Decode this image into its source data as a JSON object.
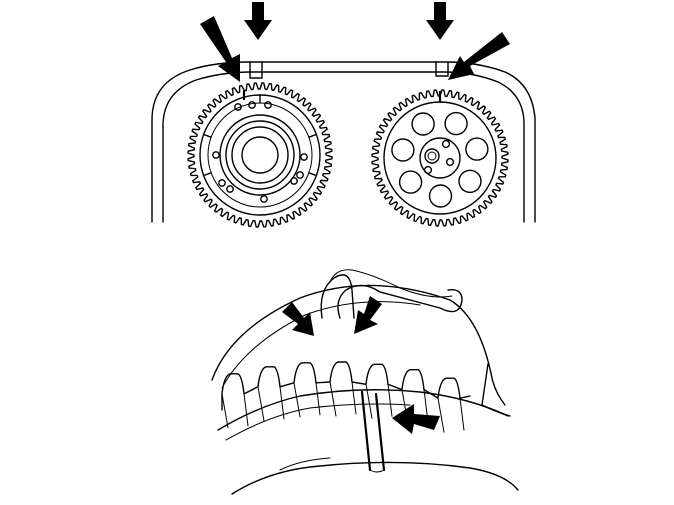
{
  "figure": {
    "background": "#ffffff",
    "line_color": "#000000",
    "panels": [
      {
        "id": "top",
        "content": "camshaft-sprockets-timing-marks"
      },
      {
        "id": "bottom",
        "content": "timing-belt-tooth-alignment-detail"
      }
    ]
  }
}
